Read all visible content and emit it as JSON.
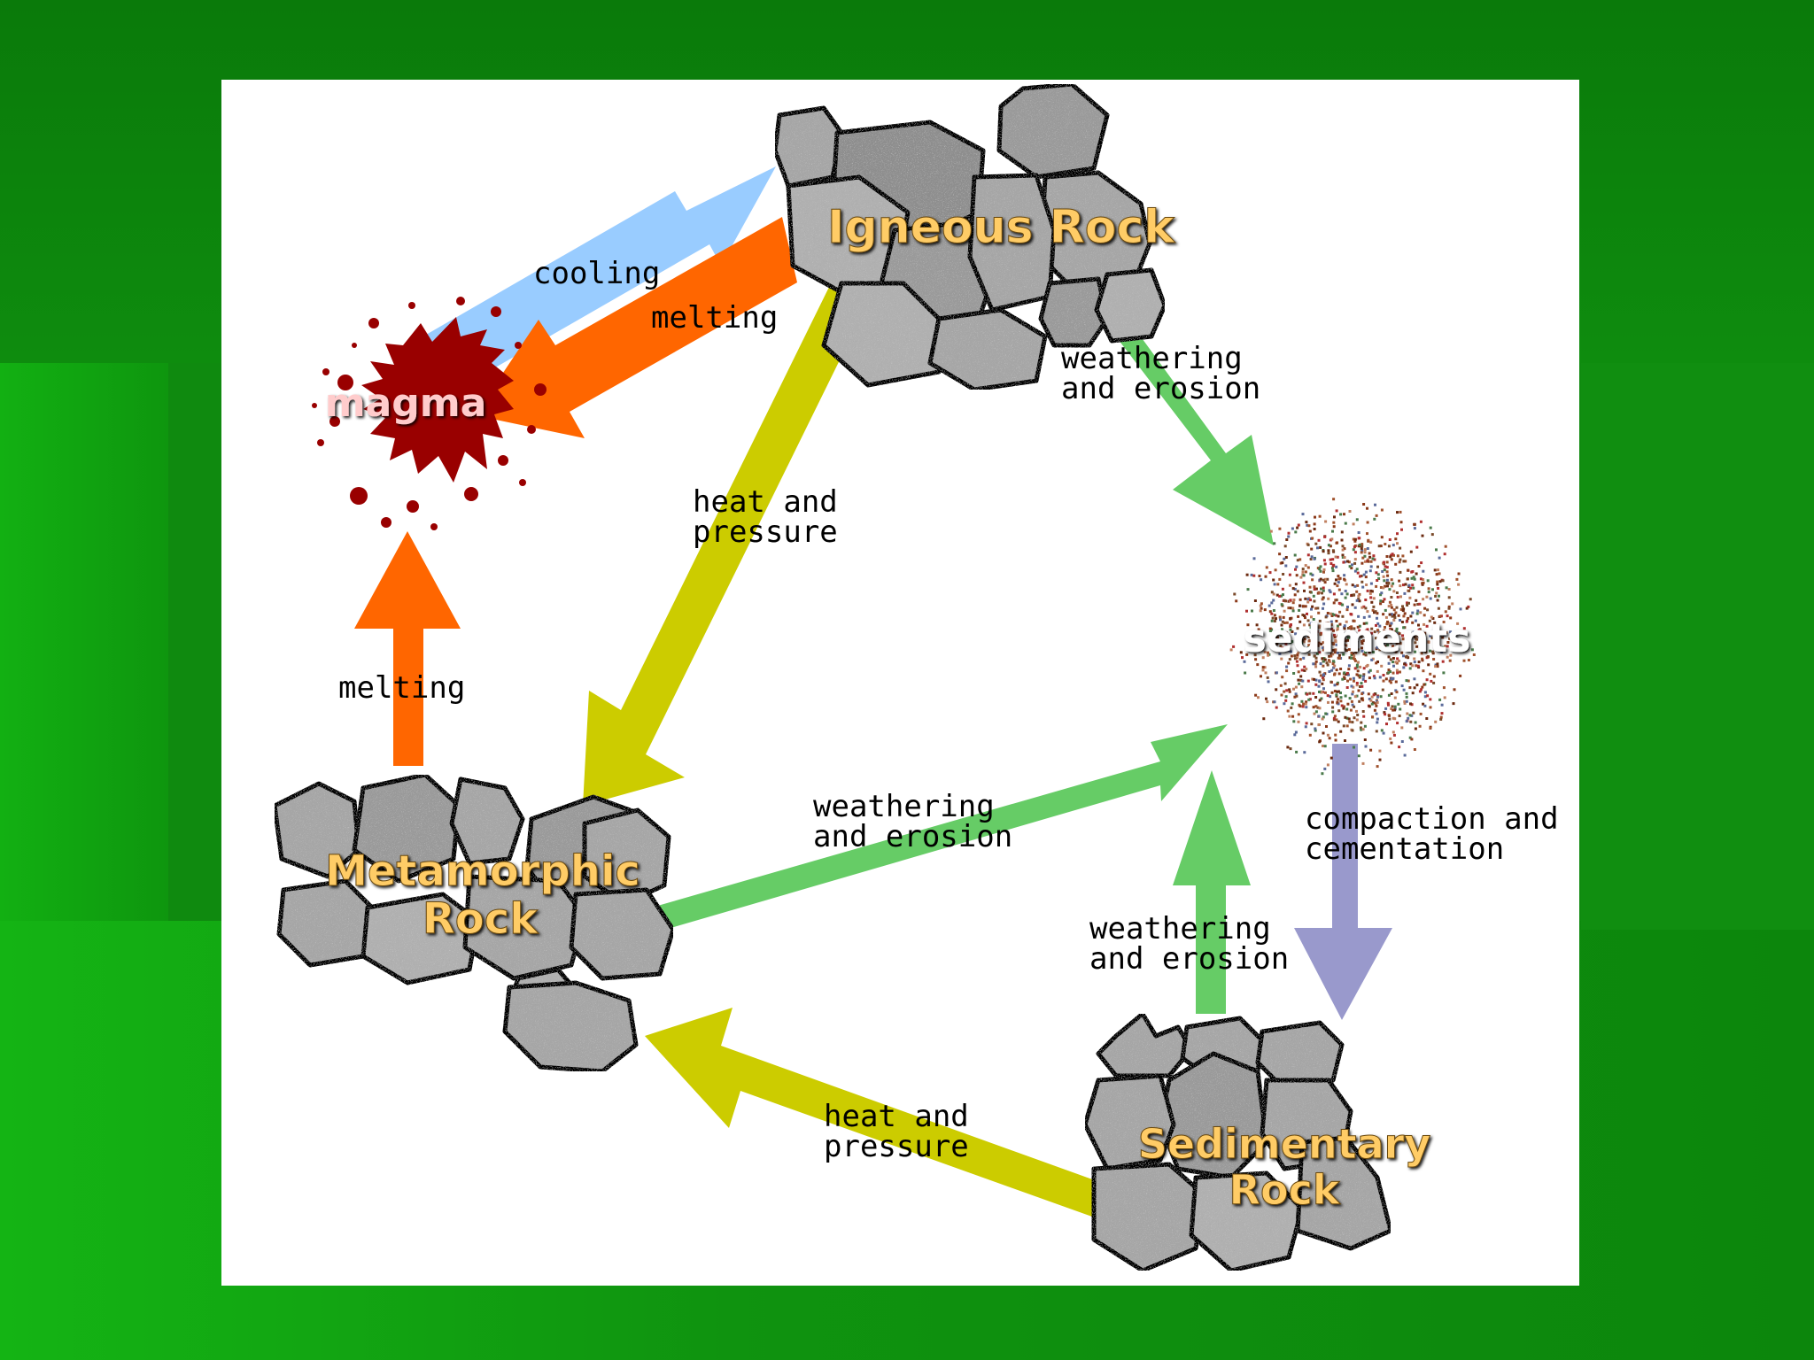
{
  "diagram": {
    "nodes": {
      "igneous": {
        "title": "Igneous Rock"
      },
      "magma": {
        "title": "magma"
      },
      "sediments": {
        "title": "sediments"
      },
      "metamorphic": {
        "line1": "Metamorphic",
        "line2": "Rock"
      },
      "sedimentary": {
        "line1": "Sedimentary",
        "line2": "Rock"
      }
    },
    "edges": {
      "cooling": {
        "label": "cooling"
      },
      "melting_igneous": {
        "label": "melting"
      },
      "melting_metamorphic": {
        "label": "melting"
      },
      "heat_igneous": {
        "line1": "heat and",
        "line2": "pressure"
      },
      "heat_sedimentary": {
        "line1": "heat and",
        "line2": "pressure"
      },
      "weathering_igneous": {
        "line1": "weathering",
        "line2": "and erosion"
      },
      "weathering_metamorphic": {
        "line1": "weathering",
        "line2": "and erosion"
      },
      "weathering_sedimentary": {
        "line1": "weathering",
        "line2": "and erosion"
      },
      "compaction": {
        "line1": "compaction and",
        "line2": "cementation"
      }
    }
  },
  "colors": {
    "cooling_arrow": "#99ccff",
    "melting_arrow": "#ff6600",
    "heat_arrow": "#cccc00",
    "weathering_arrow": "#66cc66",
    "compaction_arrow": "#9999cc",
    "magma": "#990000",
    "rock_fill": "#a6a6a6",
    "rock_label": "#ffcc66",
    "sediments": "#8b3a1a"
  }
}
